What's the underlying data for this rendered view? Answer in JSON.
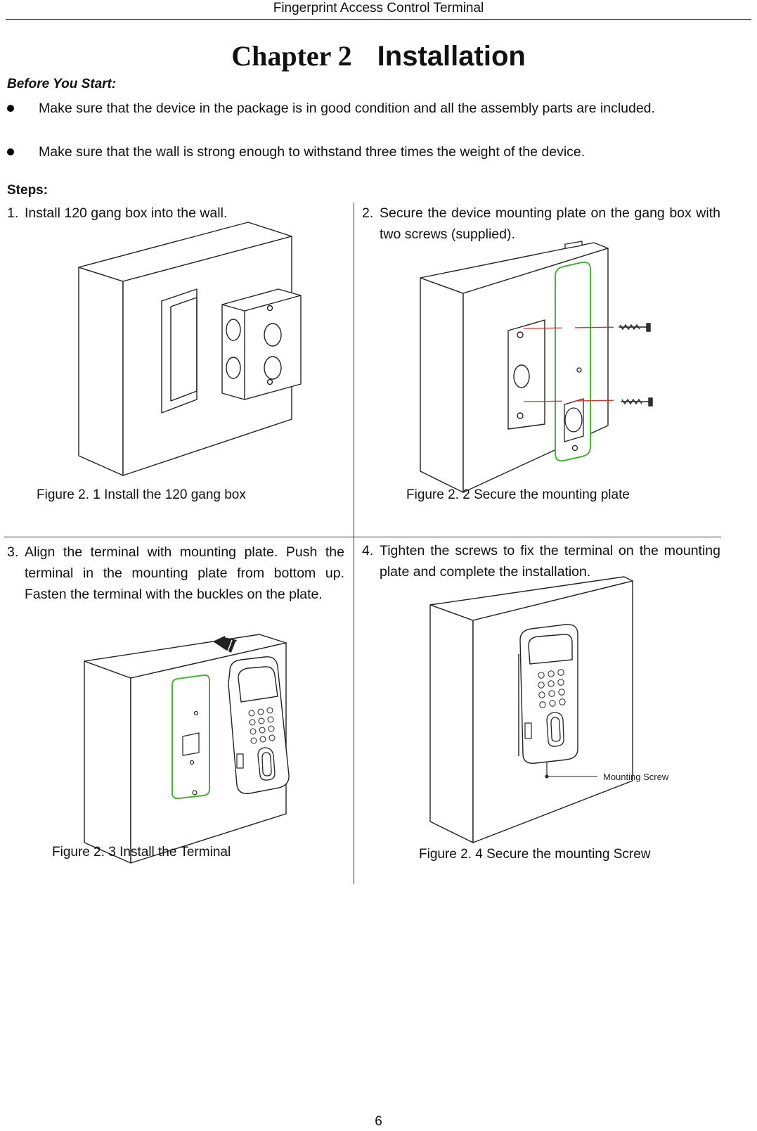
{
  "header": {
    "title": "Fingerprint Access Control Terminal"
  },
  "chapter": {
    "number": "Chapter 2",
    "title": "Installation"
  },
  "before_you_start": {
    "label": "Before You Start:",
    "bullets": [
      "Make sure that the device in the package is in good condition and all the assembly parts are included.",
      "Make sure that the wall is strong enough to withstand three times the weight of the device."
    ]
  },
  "steps_label": "Steps:",
  "steps": [
    {
      "number": "1.",
      "text": "Install 120 gang box into the wall.",
      "figure_num": "Figure 2. 1",
      "caption": "Install the 120 gang box"
    },
    {
      "number": "2.",
      "text": "Secure the device mounting plate on the gang box with two screws (supplied).",
      "figure_num": "Figure 2. 2",
      "caption": "Secure the mounting plate"
    },
    {
      "number": "3.",
      "text": "Align the terminal with mounting plate. Push the terminal in the mounting plate from bottom up. Fasten the terminal with the buckles on the plate.",
      "figure_num": "Figure 2. 3",
      "caption": "Install the Terminal"
    },
    {
      "number": "4.",
      "text": "Tighten the screws to fix the terminal on the mounting plate and complete the installation.",
      "figure_num": "Figure 2. 4",
      "caption": "Secure the mounting Screw"
    }
  ],
  "figure4_label": "Mounting Screw",
  "page_number": "6",
  "colors": {
    "plate_outline": "#4caf3a",
    "guide_line": "#d9302c"
  }
}
